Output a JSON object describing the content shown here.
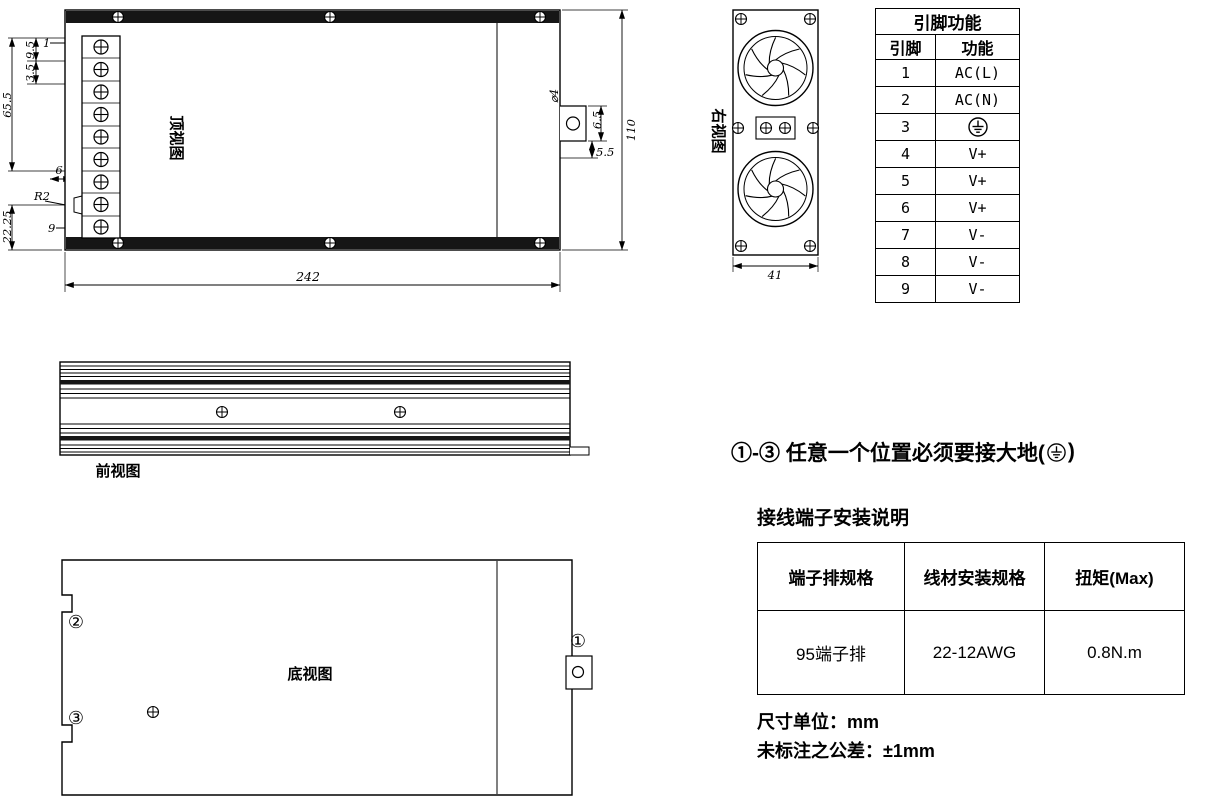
{
  "palette": {
    "background": "#ffffff",
    "line": "#000000"
  },
  "views": {
    "top": {
      "label": "顶视图",
      "pin_first": "1",
      "pin_last": "9",
      "dims": {
        "width": "242",
        "height": "110",
        "left_upper": "65.5",
        "left_lower": "22.25",
        "pitch_a": "9.5",
        "pitch_b": "3.5",
        "notch": "6",
        "radius": "R2",
        "tab_height": "6.5",
        "tab_gap": "5.5",
        "hole": "⌀4"
      }
    },
    "front": {
      "label": "前视图"
    },
    "bottom": {
      "label": "底视图",
      "marker_top": "②",
      "marker_bottom": "③",
      "marker_right": "①"
    },
    "right": {
      "label": "右视图",
      "dims": {
        "width": "41"
      }
    }
  },
  "pin_table": {
    "title": "引脚功能",
    "headers": [
      "引脚",
      "功能"
    ],
    "rows": [
      [
        "1",
        "AC(L)"
      ],
      [
        "2",
        "AC(N)"
      ],
      [
        "3",
        "⏚"
      ],
      [
        "4",
        "V+"
      ],
      [
        "5",
        "V+"
      ],
      [
        "6",
        "V+"
      ],
      [
        "7",
        "V-"
      ],
      [
        "8",
        "V-"
      ],
      [
        "9",
        "V-"
      ]
    ]
  },
  "ground_note": {
    "before": "①-③ 任意一个位置必须要接大地(",
    "symbol": "⏚",
    "after": ")"
  },
  "terminal_note": {
    "title": "接线端子安装说明",
    "headers": [
      "端子排规格",
      "线材安装规格",
      "扭矩(Max)"
    ],
    "rows": [
      [
        "95端子排",
        "22-12AWG",
        "0.8N.m"
      ]
    ]
  },
  "footnotes": [
    "尺寸单位：mm",
    "未标注之公差：±1mm"
  ]
}
